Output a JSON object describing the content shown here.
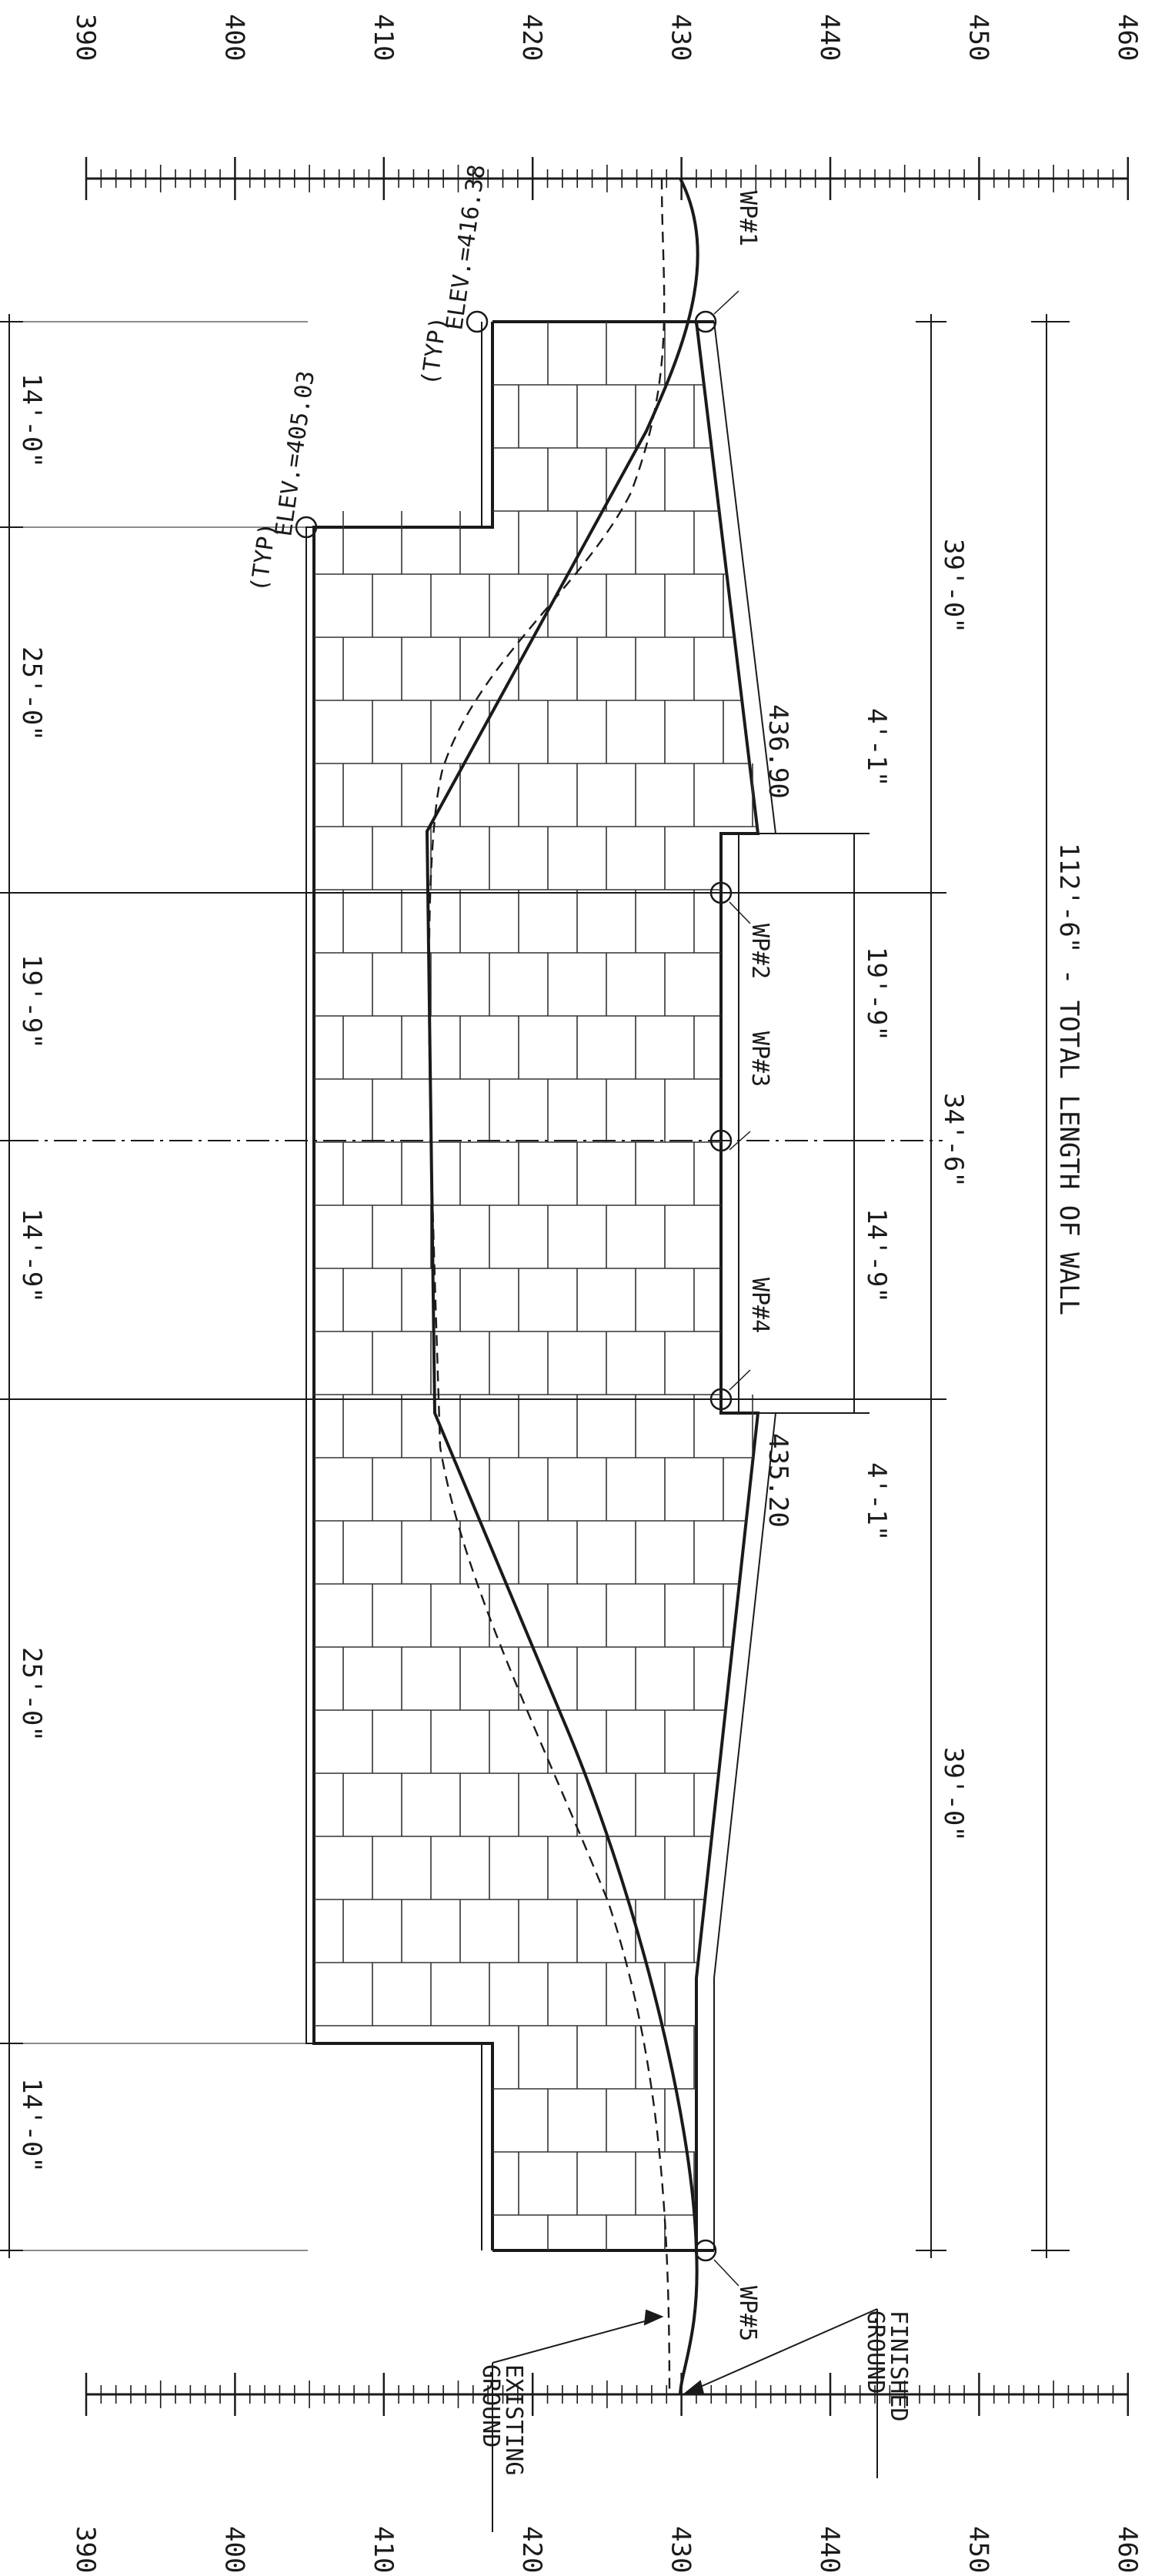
{
  "scale": {
    "ticks": [
      "390",
      "400",
      "410",
      "420",
      "430",
      "440",
      "450",
      "460"
    ]
  },
  "dimensions": {
    "total": "112'-6\" - TOTAL LENGTH OF WALL",
    "segments_upper": [
      "39'-0\"",
      "34'-6\"",
      "39'-0\""
    ],
    "segments_middle": [
      "4'-1\"",
      "19'-9\"",
      "14'-9\"",
      "4'-1\""
    ],
    "segments_left": [
      "14'-0\"",
      "25'-0\"",
      "19'-9\"",
      "14'-9\"",
      "25'-0\"",
      "14'-0\""
    ]
  },
  "work_points": [
    "WP#1",
    "WP#2",
    "WP#3",
    "WP#4",
    "WP#5"
  ],
  "elevations": {
    "step_top": "436.90",
    "step_bottom": "435.20",
    "elev_1": "ELEV.=416.38",
    "elev_2": "ELEV.=405.03",
    "typ": "(TYP)"
  },
  "ground_labels": {
    "finished": [
      "FINISHED",
      "GROUND"
    ],
    "existing": [
      "EXISTING",
      "GROUND"
    ]
  }
}
